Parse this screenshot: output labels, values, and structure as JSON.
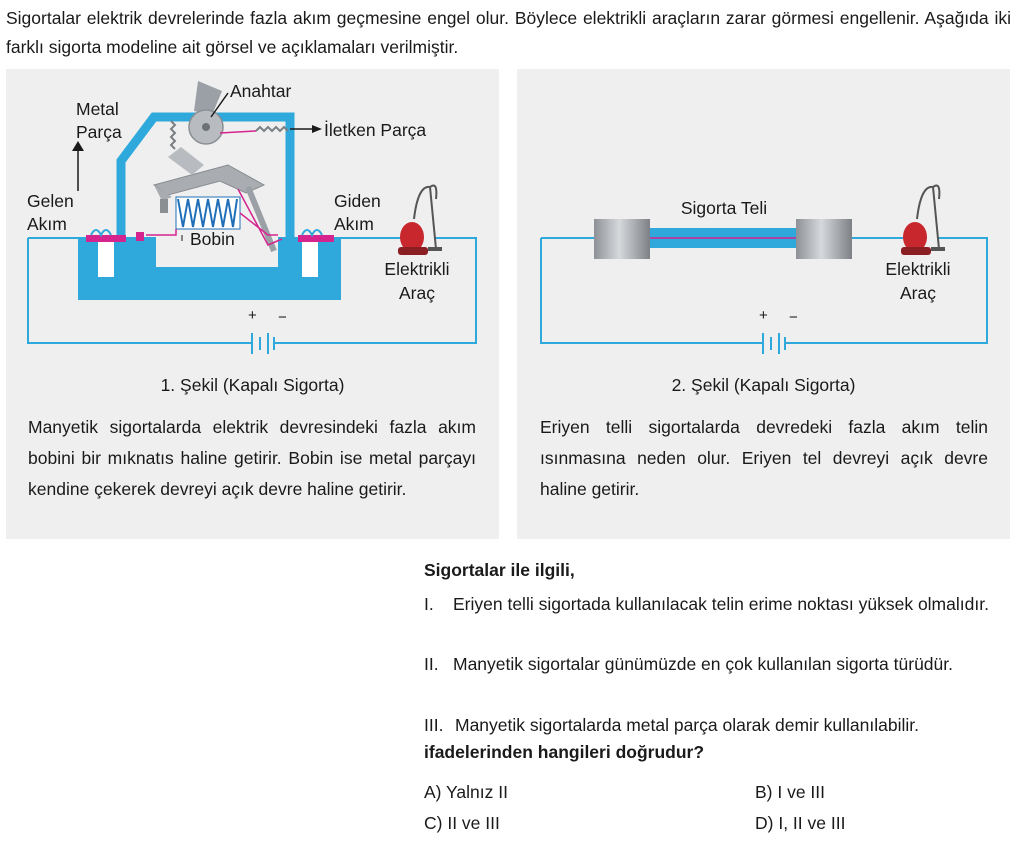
{
  "intro": "Sigortalar elektrik devrelerinde fazla akım geçmesine engel olur. Böylece elektrikli araçların zarar görmesi engellenir. Aşağıda iki farklı sigorta modeline ait görsel ve açıklamaları verilmiştir.",
  "figure1": {
    "labels": {
      "anahtar": "Anahtar",
      "metal_parca_1": "Metal",
      "metal_parca_2": "Parça",
      "iletken_parca": "İletken Parça",
      "gelen_akim_1": "Gelen",
      "gelen_akim_2": "Akım",
      "giden_akim_1": "Giden",
      "giden_akim_2": "Akım",
      "bobin": "Bobin",
      "elektrikli_1": "Elektrikli",
      "elektrikli_2": "Araç",
      "plus": "+",
      "minus": "−"
    },
    "caption": "1. Şekil (Kapalı Sigorta)",
    "description": "Manyetik sigortalarda elektrik devresindeki fazla akım bobini bir mıknatıs haline getirir. Bobin ise metal parçayı kendine çekerek devreyi açık devre haline getirir."
  },
  "figure2": {
    "labels": {
      "sigorta_teli": "Sigorta Teli",
      "elektrikli_1": "Elektrikli",
      "elektrikli_2": "Araç",
      "plus": "+",
      "minus": "−"
    },
    "caption": "2. Şekil (Kapalı Sigorta)",
    "description": "Eriyen telli sigortalarda devredeki fazla akım telin ısınmasına neden olur. Eriyen tel devreyi açık devre haline getirir."
  },
  "question": {
    "head": "Sigortalar ile ilgili,",
    "statements": [
      {
        "num": "I.",
        "text": "Eriyen telli sigortada kullanılacak telin erime noktası yüksek olmalıdır."
      },
      {
        "num": "II.",
        "text": "Manyetik sigortalar günümüzde en çok kullanılan sigorta türüdür."
      },
      {
        "num": "III.",
        "text": "Manyetik sigortalarda metal parça olarak demir kullanılabilir."
      }
    ],
    "tail": "ifadelerinden hangileri doğrudur?",
    "options": {
      "a": "A) Yalnız II",
      "b": "B) I ve III",
      "c": "C) II ve III",
      "d": "D) I, II ve III"
    }
  },
  "colors": {
    "circuit_blue": "#2fa9dc",
    "panel_bg": "#efefef",
    "contact_magenta": "#d6248f",
    "coil_blue": "#1f6fb8",
    "vacuum_red": "#c8282d"
  }
}
